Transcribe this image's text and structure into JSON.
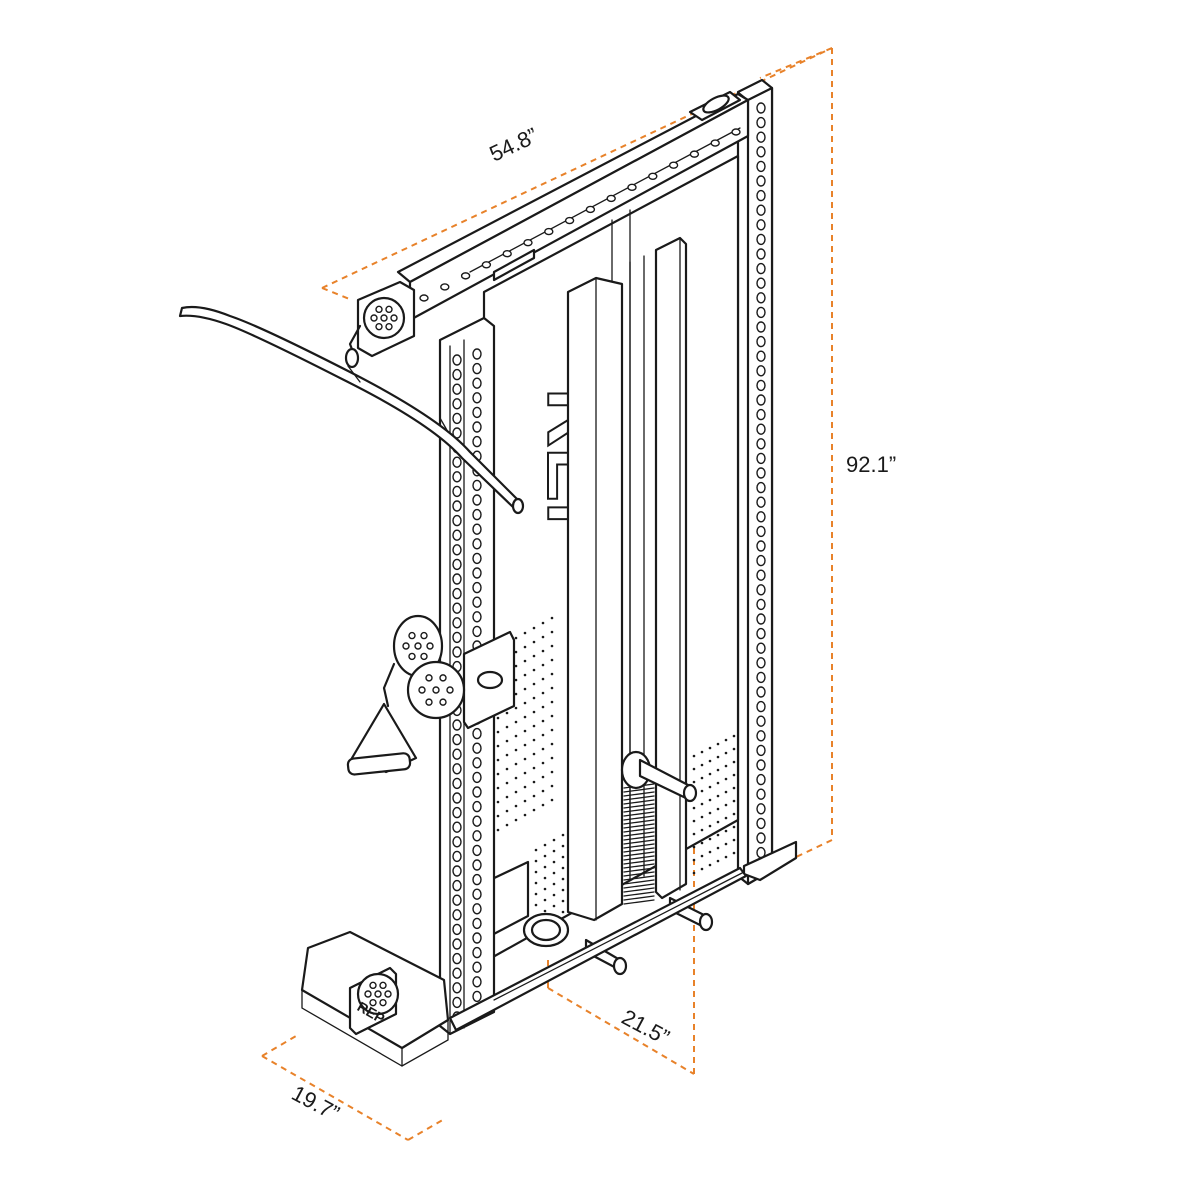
{
  "palette": {
    "dimension_line": "#e8822a",
    "ink": "#1a1a1a",
    "background": "#ffffff"
  },
  "dimensions": {
    "width": "54.8”",
    "height": "92.1”",
    "depth": "21.5”",
    "footplate": "19.7”"
  },
  "brand": {
    "logo_text": "REP"
  }
}
